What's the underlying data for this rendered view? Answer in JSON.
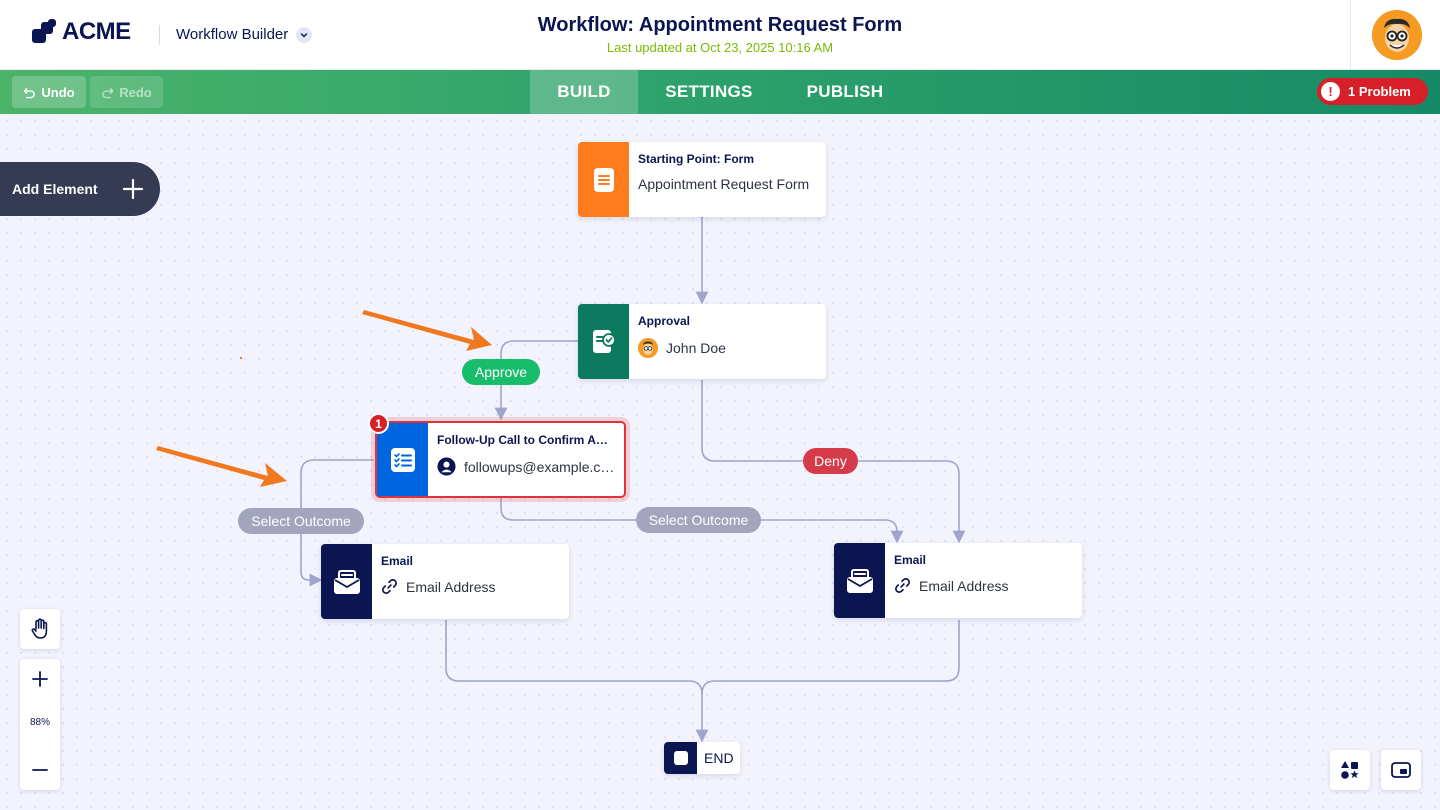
{
  "header": {
    "logo_text": "ACME",
    "builder_name": "Workflow Builder",
    "title": "Workflow: Appointment Request Form",
    "subtitle": "Last updated at Oct 23, 2025 10:16 AM"
  },
  "toolbar": {
    "undo_label": "Undo",
    "redo_label": "Redo",
    "tabs": [
      {
        "label": "BUILD",
        "active": true
      },
      {
        "label": "SETTINGS",
        "active": false
      },
      {
        "label": "PUBLISH",
        "active": false
      }
    ],
    "problem_label": "1 Problem",
    "problem_icon": "!"
  },
  "canvas": {
    "add_element_label": "Add Element",
    "nodes": {
      "start": {
        "title": "Starting Point: Form",
        "subtitle": "Appointment Request Form",
        "color": "#ff7c1e",
        "icon": "form-icon"
      },
      "approval": {
        "title": "Approval",
        "subtitle": "John Doe",
        "color": "#0b7a5e",
        "icon": "approval-icon"
      },
      "followup": {
        "title": "Follow-Up Call to Confirm Appointment",
        "subtitle": "followups@example.com",
        "color": "#0066e0",
        "icon": "task-list-icon",
        "badge": "1"
      },
      "email_left": {
        "title": "Email",
        "subtitle": "Email Address",
        "color": "#0a1551",
        "icon": "email-icon"
      },
      "email_right": {
        "title": "Email",
        "subtitle": "Email Address",
        "color": "#0a1551",
        "icon": "email-icon"
      },
      "end": {
        "label": "END"
      }
    },
    "pills": {
      "approve": "Approve",
      "deny": "Deny",
      "outcome_left": "Select Outcome",
      "outcome_right": "Select Outcome"
    },
    "zoom_level": "88%"
  },
  "colors": {
    "approve": "#18bd6c",
    "deny": "#d63b4a",
    "problem": "#d61f29",
    "connector": "#a0a4cc",
    "arrow": "#f0791f"
  }
}
